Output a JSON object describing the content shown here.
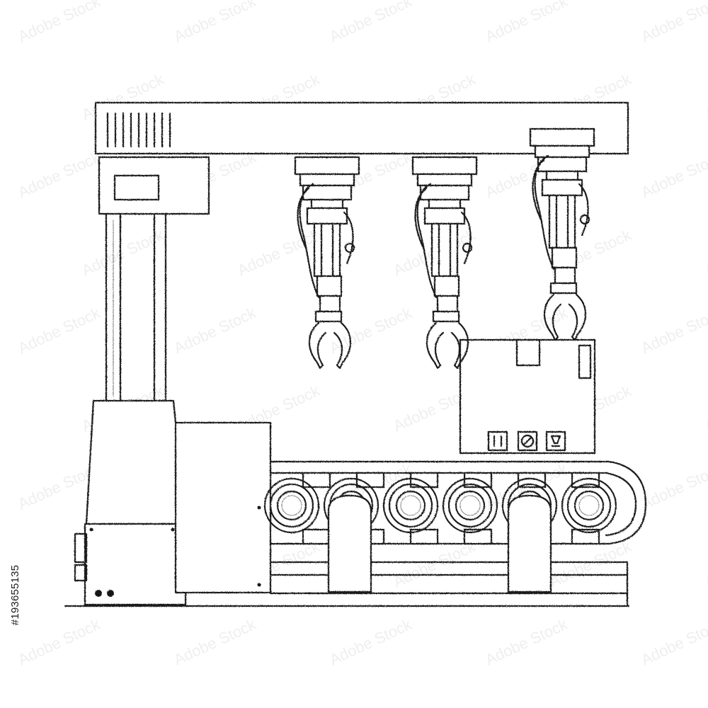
{
  "stock_watermark": {
    "text": "Adobe Stock",
    "repeat_rows": 9
  },
  "side_label": {
    "text": "#193655135"
  },
  "illustration": {
    "subject": "industrial robotic arms over a conveyor belt, hand-sketched line art",
    "robot_arm_count": 3,
    "conveyor_roller_count": 6,
    "stroke_color": "#1b1b1b",
    "background_color": "#ffffff"
  }
}
